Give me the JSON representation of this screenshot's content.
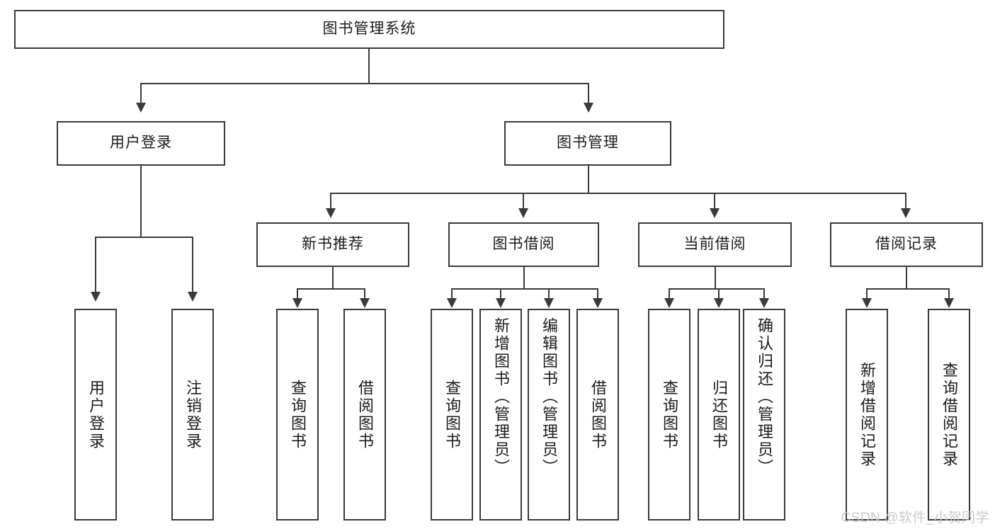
{
  "diagram": {
    "title_node": {
      "label": "图书管理系统"
    },
    "level2": [
      {
        "label": "用户登录"
      },
      {
        "label": "图书管理"
      }
    ],
    "level3": [
      {
        "label": "新书推荐"
      },
      {
        "label": "图书借阅"
      },
      {
        "label": "当前借阅"
      },
      {
        "label": "借阅记录"
      }
    ],
    "leaves": {
      "user_login": [
        {
          "label": "用户登录"
        },
        {
          "label": "注销登录"
        }
      ],
      "new_book_recommend": [
        {
          "label": "查询图书"
        },
        {
          "label": "借阅图书"
        }
      ],
      "book_borrow": [
        {
          "label": "查询图书"
        },
        {
          "label": "新增图书（管理员）"
        },
        {
          "label": "编辑图书（管理员）"
        },
        {
          "label": "借阅图书"
        }
      ],
      "current_borrow": [
        {
          "label": "查询图书"
        },
        {
          "label": "归还图书"
        },
        {
          "label": "确认归还（管理员）"
        }
      ],
      "borrow_record": [
        {
          "label": "新增借阅记录"
        },
        {
          "label": "查询借阅记录"
        }
      ]
    }
  },
  "watermark": {
    "text": "CSDN @软件_小贺同学"
  },
  "colors": {
    "stroke": "#3a3a3a",
    "fill": "#ffffff",
    "text": "#1b1b1b",
    "watermark": "#c9c9c9"
  }
}
